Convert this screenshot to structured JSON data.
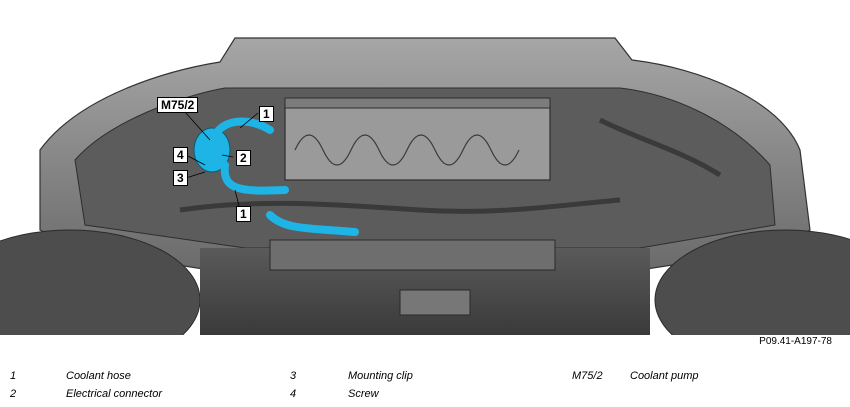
{
  "figure": {
    "reference": "P09.41-A197-78",
    "callouts": {
      "m75_2": "M75/2",
      "hose_upper": "1",
      "connector": "2",
      "screw": "4",
      "clip": "3",
      "hose_lower": "1"
    },
    "colors": {
      "background": "#ffffff",
      "body_gray": "#8a8a8a",
      "body_dark": "#4a4a4a",
      "highlight_cyan": "#1fb4e6",
      "line": "#000000"
    }
  },
  "legend": [
    {
      "key": "1",
      "label": "Coolant hose"
    },
    {
      "key": "2",
      "label": "Electrical connector"
    },
    {
      "key": "3",
      "label": "Mounting clip"
    },
    {
      "key": "4",
      "label": "Screw"
    },
    {
      "key": "M75/2",
      "label": "Coolant pump"
    }
  ]
}
